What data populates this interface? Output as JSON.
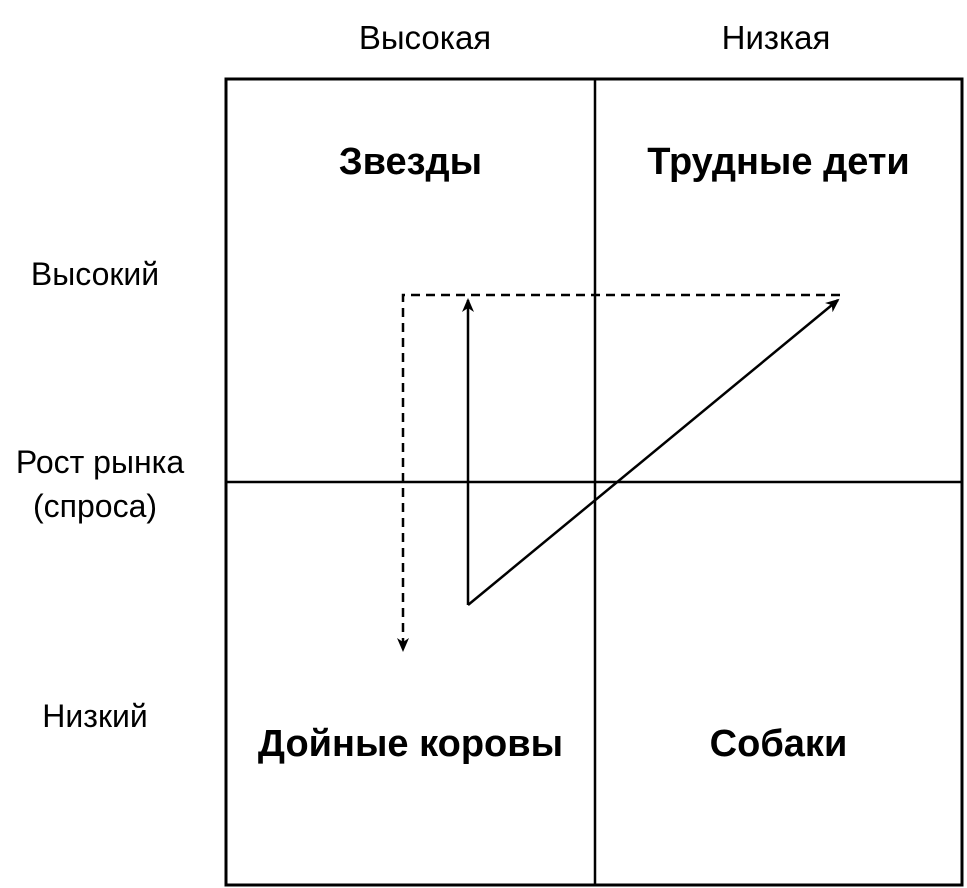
{
  "columns": {
    "high": "Высокая",
    "low": "Низкая"
  },
  "rows": {
    "high": "Высокий",
    "axis_label_line1": "Рост рынка",
    "axis_label_line2": "(спроса)",
    "low": "Низкий"
  },
  "quadrants": {
    "top_left": "Звезды",
    "top_right": "Трудные дети",
    "bottom_left": "Дойные коровы",
    "bottom_right": "Собаки"
  }
}
